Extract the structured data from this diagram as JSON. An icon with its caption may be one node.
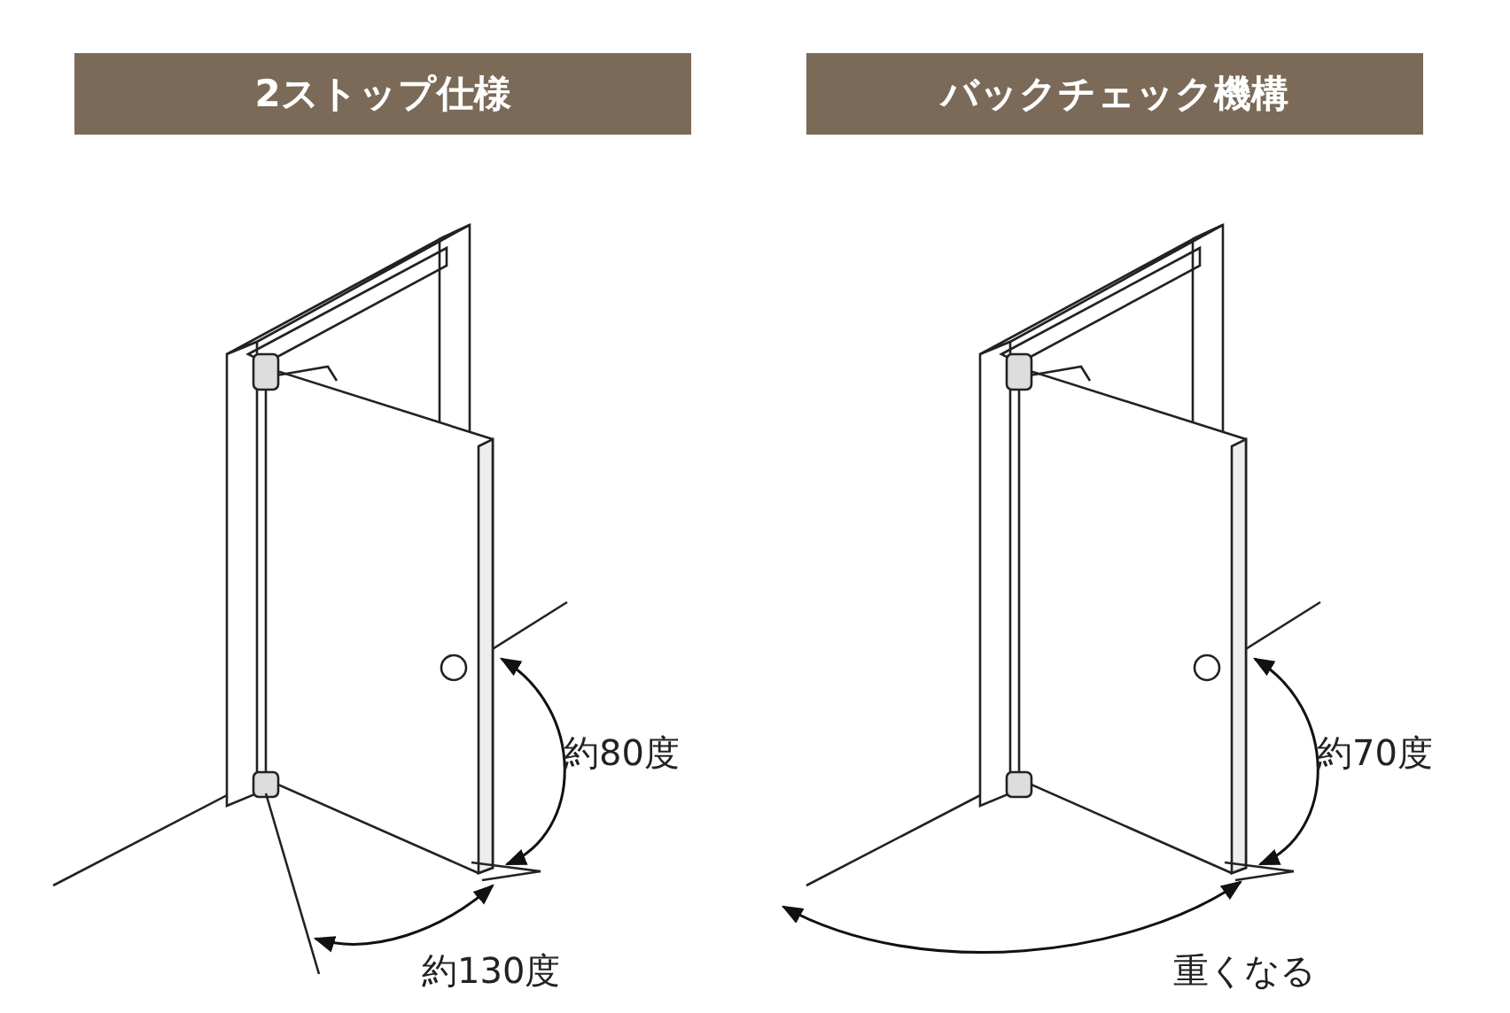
{
  "diagram": {
    "nodes": [
      {
        "text": [
          "2ストップ仕様"
        ]
      },
      {
        "text": [
          "バックチェック機構"
        ]
      }
    ],
    "labels": [
      "約80度",
      "約130度",
      "約70度",
      "重くなる"
    ]
  }
}
